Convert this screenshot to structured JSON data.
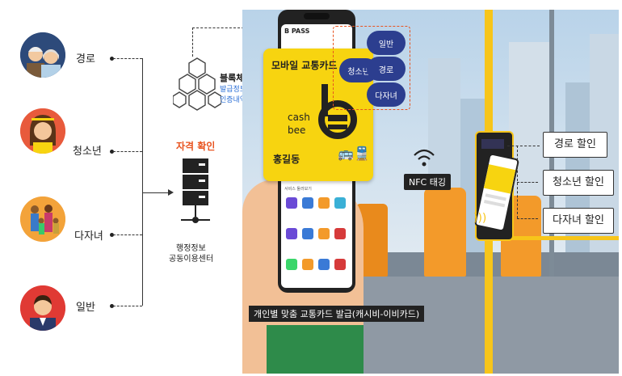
{
  "groups": [
    {
      "label": "경로",
      "icon": "elderly-couple-icon"
    },
    {
      "label": "청소년",
      "icon": "youth-girl-icon"
    },
    {
      "label": "다자녀",
      "icon": "family-icon"
    },
    {
      "label": "일반",
      "icon": "businessman-icon"
    }
  ],
  "blockchain": {
    "title": "블록체인",
    "desc_line1": "발급정보,",
    "desc_line2": "인증내역 저장"
  },
  "verification": {
    "label": "자격 확인",
    "server_line1": "행정정보",
    "server_line2": "공동이용센터"
  },
  "phone": {
    "app_name": "B PASS",
    "card_title": "모바일 교통카드",
    "brand_line1": "cash",
    "brand_line2": "bee",
    "holder": "홍길동",
    "service_title": "서비스 둘러보기",
    "badge_active": "청소년",
    "menu_options": [
      "일반",
      "경로",
      "다자녀"
    ]
  },
  "nfc": {
    "label": "NFC 태깅"
  },
  "discounts": [
    "경로 할인",
    "청소년 할인",
    "다자녀 할인"
  ],
  "caption": "개인별 맞춤 교통카드 발급(캐시비-이비카드)",
  "colors": {
    "accent_yellow": "#f7d410",
    "accent_orange": "#f39a2a",
    "pill_blue": "#2c3e8f",
    "verification_orange": "#e8531f",
    "blockchain_blue": "#2b6fd6"
  }
}
